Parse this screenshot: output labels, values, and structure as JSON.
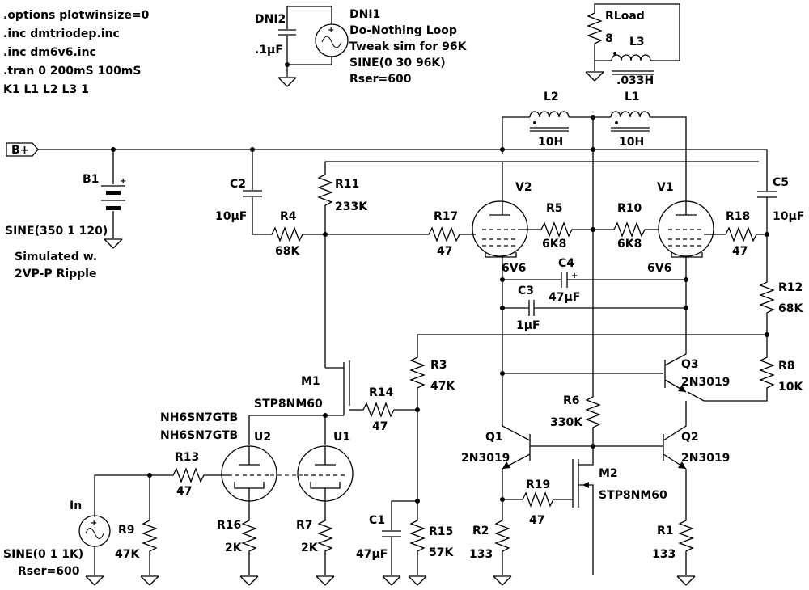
{
  "directives": [
    ".options plotwinsize=0",
    ".inc dmtriodep.inc",
    ".inc dm6v6.inc",
    ".tran 0 200mS 100mS",
    "K1 L1 L2 L3 1"
  ],
  "b_plus": "B+",
  "dni2": {
    "name": "DNI2",
    "value": ".1µF"
  },
  "dni1": {
    "name": "DNI1",
    "line1": "Do-Nothing Loop",
    "line2": "Tweak sim for 96K",
    "line3": "SINE(0 30 96K)",
    "line4": "Rser=600"
  },
  "rload": {
    "name": "RLoad",
    "value": "8"
  },
  "l3": {
    "name": "L3",
    "value": ".033H"
  },
  "l2": {
    "name": "L2",
    "value": "10H"
  },
  "l1": {
    "name": "L1",
    "value": "10H"
  },
  "b1": {
    "name": "B1",
    "source": "SINE(350 1 120)",
    "note1": "Simulated w.",
    "note2": "2VP-P Ripple"
  },
  "c2": {
    "name": "C2",
    "value": "10µF"
  },
  "r4": {
    "name": "R4",
    "value": "68K"
  },
  "r11": {
    "name": "R11",
    "value": "233K"
  },
  "r17": {
    "name": "R17",
    "value": "47"
  },
  "v2": {
    "name": "V2",
    "type": "6V6"
  },
  "v1": {
    "name": "V1",
    "type": "6V6"
  },
  "r5": {
    "name": "R5",
    "value": "6K8"
  },
  "r10": {
    "name": "R10",
    "value": "6K8"
  },
  "r18": {
    "name": "R18",
    "value": "47"
  },
  "c5": {
    "name": "C5",
    "value": "10µF"
  },
  "c4": {
    "name": "C4",
    "value": "47µF"
  },
  "c3": {
    "name": "C3",
    "value": "1µF"
  },
  "r12": {
    "name": "R12",
    "value": "68K"
  },
  "r3": {
    "name": "R3",
    "value": "47K"
  },
  "m1": {
    "name": "M1",
    "part": "STP8NM60"
  },
  "r14": {
    "name": "R14",
    "value": "47"
  },
  "q3": {
    "name": "Q3",
    "part": "2N3019"
  },
  "r8": {
    "name": "R8",
    "value": "10K"
  },
  "r6": {
    "name": "R6",
    "value": "330K"
  },
  "u2": {
    "name": "U2",
    "part": "NH6SN7GTB"
  },
  "u1": {
    "name": "U1",
    "part": "NH6SN7GTB"
  },
  "q1": {
    "name": "Q1",
    "part": "2N3019"
  },
  "q2": {
    "name": "Q2",
    "part": "2N3019"
  },
  "m2": {
    "name": "M2",
    "part": "STP8NM60"
  },
  "r19": {
    "name": "R19",
    "value": "47"
  },
  "r13": {
    "name": "R13",
    "value": "47"
  },
  "in_src": {
    "name": "In",
    "source": "SINE(0 1 1K)",
    "rser": "Rser=600"
  },
  "r9": {
    "name": "R9",
    "value": "47K"
  },
  "r16": {
    "name": "R16",
    "value": "2K"
  },
  "r7": {
    "name": "R7",
    "value": "2K"
  },
  "c1": {
    "name": "C1",
    "value": "47µF"
  },
  "r15": {
    "name": "R15",
    "value": "57K"
  },
  "r2": {
    "name": "R2",
    "value": "133"
  },
  "r1": {
    "name": "R1",
    "value": "133"
  }
}
